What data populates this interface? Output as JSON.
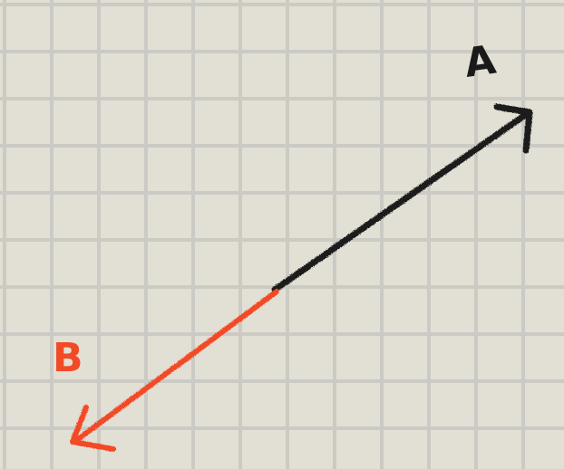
{
  "vectors": [
    {
      "name": "A",
      "label": "A",
      "color": "#1a1a1a"
    },
    {
      "name": "B",
      "label": "B",
      "color": "#f24a26"
    }
  ],
  "background": "#e2dfd4",
  "grid_color": "#cccac4",
  "style": "hand-drawn vectors on graph paper"
}
